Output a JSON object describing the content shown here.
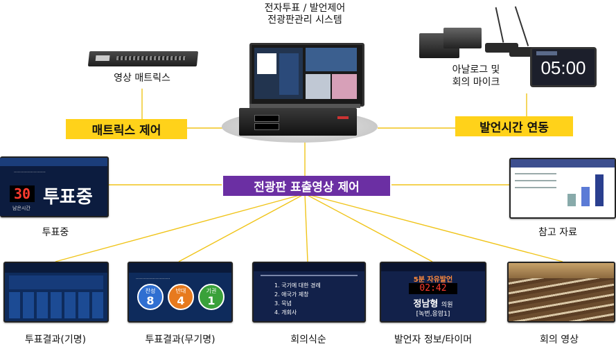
{
  "center": {
    "title_line1": "전자투표 / 발언제어",
    "title_line2": "전광판관리 시스템"
  },
  "matrix": {
    "label": "영상 매트릭스",
    "badge": "매트릭스 제어"
  },
  "mic": {
    "label_line1": "아날로그 및",
    "label_line2": "회의 마이크",
    "badge": "발언시간 연동",
    "timer": "05:00"
  },
  "main_badge": "전광판 표출영상 제어",
  "voting": {
    "label": "투표중",
    "count": "30",
    "status": "투표중",
    "sub": "남은시간"
  },
  "reference": {
    "label": "참고 자료"
  },
  "bottom": {
    "result_named": "투표결과(기명)",
    "result_anon": "투표결과(무기명)",
    "ceremony": "회의식순",
    "speaker": "발언자 정보/타이머",
    "video": "회의 영상"
  },
  "anon_votes": [
    {
      "label": "찬성",
      "value": "8",
      "color": "#2f6fd1"
    },
    {
      "label": "반대",
      "value": "4",
      "color": "#e77a1e"
    },
    {
      "label": "기권",
      "value": "1",
      "color": "#3aa13a"
    }
  ],
  "ceremony_items": [
    "1. 국기에 대한 경례",
    "2. 애국가 제창",
    "3. 묵념",
    "4. 개회사"
  ],
  "speaker_screen": {
    "title": "5분 자유발언",
    "time": "02:42",
    "name": "정남형",
    "role": "의원",
    "district": "[녹번,응암1]"
  },
  "colors": {
    "yellow": "#ffd21a",
    "purple": "#6b2fa3",
    "line": "#f0c419",
    "screen_navy": "#12214a"
  }
}
